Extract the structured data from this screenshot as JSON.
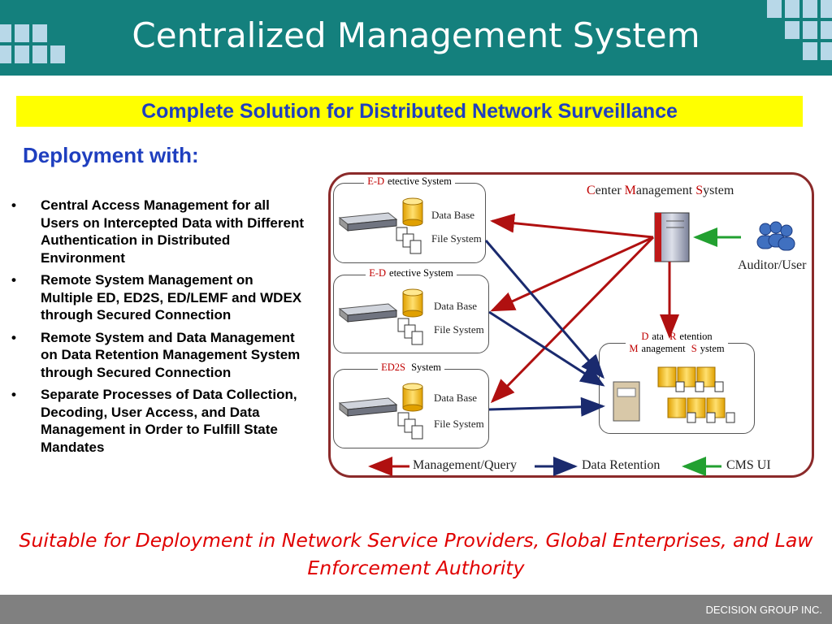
{
  "header": {
    "title": "Centralized Management System"
  },
  "subtitle": "Complete Solution for Distributed Network Surveillance",
  "deployment_heading": "Deployment with:",
  "bullets": [
    "Central Access Management for all Users on Intercepted Data with Different Authentication in Distributed Environment",
    "Remote System Management on Multiple ED, ED2S, ED/LEMF and WDEX through Secured Connection",
    "Remote System and Data Management on Data Retention Management System through Secured Connection",
    "Separate Processes of Data Collection, Decoding, User Access, and Data Management in Order to Fulfill State Mandates"
  ],
  "bullet_glyph": "•",
  "diagram": {
    "cms": {
      "c1": "C",
      "r1": "enter ",
      "c2": "M",
      "r2": "anagement ",
      "c3": "S",
      "r3": "ystem"
    },
    "auditor_label": "Auditor/User",
    "systems": [
      {
        "title_red": "E-D",
        "title_rest": "etective System",
        "db_label": "Data Base",
        "fs_label": "File System"
      },
      {
        "title_red": "E-D",
        "title_rest": "etective System",
        "db_label": "Data Base",
        "fs_label": "File System"
      },
      {
        "title_red": "ED2S",
        "title_rest": " System",
        "db_label": "Data Base",
        "fs_label": "File System"
      }
    ],
    "drm": {
      "d": "D",
      "ata": "ata ",
      "r": "R",
      "etention": "etention",
      "m": "M",
      "anagement": "anagement ",
      "s": "S",
      "ystem": "ystem"
    },
    "legend": {
      "management": "Management/Query",
      "retention": "Data Retention",
      "cms_ui": "CMS UI"
    },
    "colors": {
      "management": "#b01010",
      "retention": "#1a2a6e",
      "cms_ui": "#22a030"
    }
  },
  "tagline": "Suitable for Deployment in Network Service Providers, Global Enterprises, and Law Enforcement Authority",
  "footer": {
    "company": "DECISION GROUP INC."
  }
}
